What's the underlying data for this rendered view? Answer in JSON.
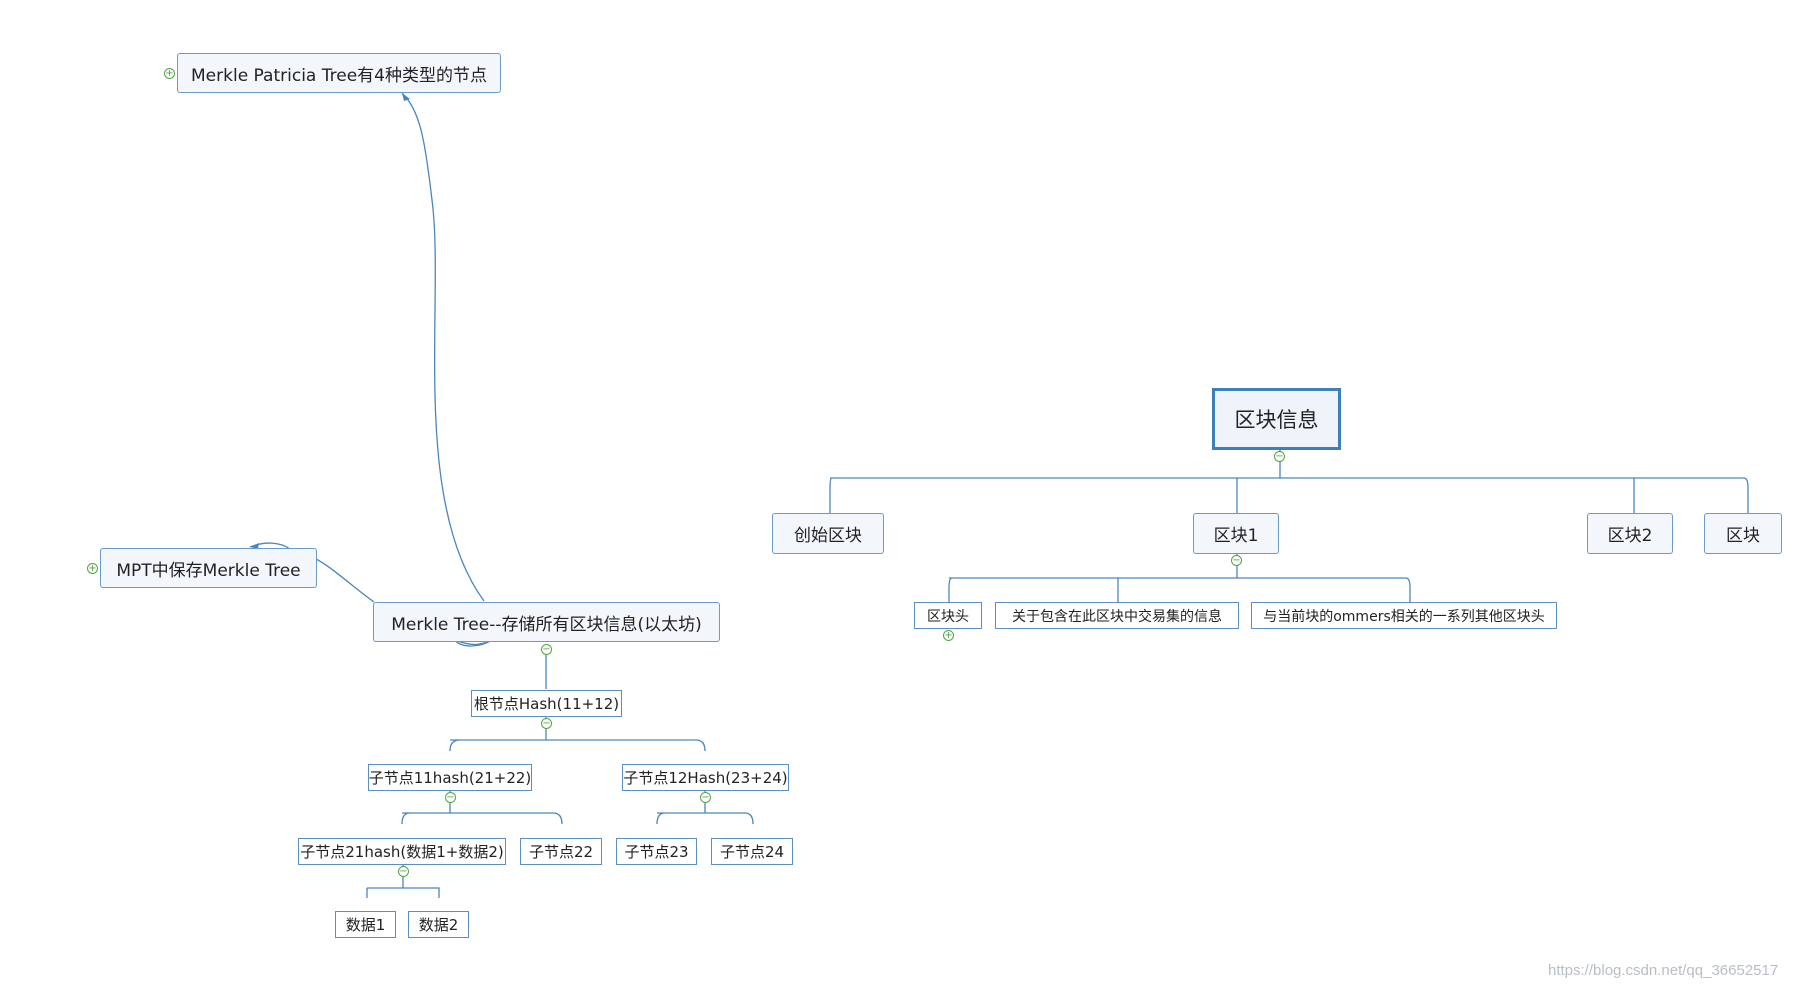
{
  "nodes": {
    "mpt_types": "Merkle Patricia Tree有4种类型的节点",
    "mpt_saves": "MPT中保存Merkle Tree",
    "merkle_tree": "Merkle Tree--存储所有区块信息(以太坊)",
    "root_hash": "根节点Hash(11+12)",
    "child11": "子节点11hash(21+22)",
    "child12": "子节点12Hash(23+24)",
    "child21": "子节点21hash(数据1+数据2)",
    "child22": "子节点22",
    "child23": "子节点23",
    "child24": "子节点24",
    "data1": "数据1",
    "data2": "数据2",
    "block_info": "区块信息",
    "genesis": "创始区块",
    "block1": "区块1",
    "block2": "区块2",
    "block": "区块",
    "block_header": "区块头",
    "tx_info": "关于包含在此区块中交易集的信息",
    "ommers": "与当前块的ommers相关的一系列其他区块头"
  },
  "toggles": {
    "collapsed": "+",
    "expanded": "−"
  },
  "watermark": "https://blog.csdn.net/qq_36652517",
  "colors": {
    "connector": "#4a86bd",
    "node_border": "#5b8fbf",
    "central_border": "#3d7fb8",
    "toggle": "#53a53f"
  }
}
